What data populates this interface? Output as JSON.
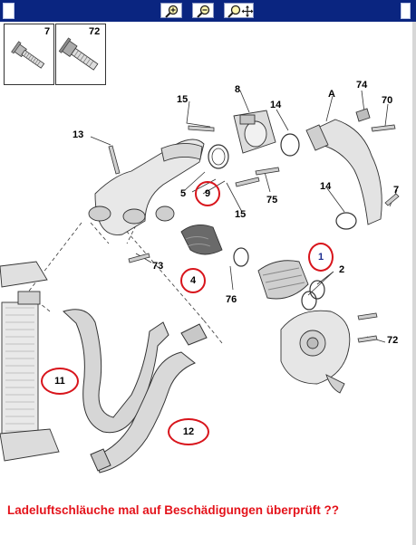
{
  "toolbar": {
    "zoom_in_icon": "zoom-in-icon",
    "zoom_out_icon": "zoom-out-icon",
    "zoom_fit_icon": "zoom-pan-icon"
  },
  "part_boxes": [
    {
      "number": "7"
    },
    {
      "number": "72"
    }
  ],
  "callouts": {
    "c8": "8",
    "c15a": "15",
    "c14a": "14",
    "cA": "A",
    "c74": "74",
    "c70": "70",
    "c13": "13",
    "c5": "5",
    "c75": "75",
    "c15b": "15",
    "c14b": "14",
    "c7": "7",
    "c73": "73",
    "c76": "76",
    "c2": "2",
    "c72": "72"
  },
  "highlighted": {
    "h9": "9",
    "h4": "4",
    "h1": "1",
    "h11": "11",
    "h12": "12"
  },
  "caption": "Ladeluftschläuche mal auf Beschädigungen überprüft ??",
  "colors": {
    "toolbar": "#0a2580",
    "highlight": "#d8141b",
    "caption": "#e4131b"
  }
}
